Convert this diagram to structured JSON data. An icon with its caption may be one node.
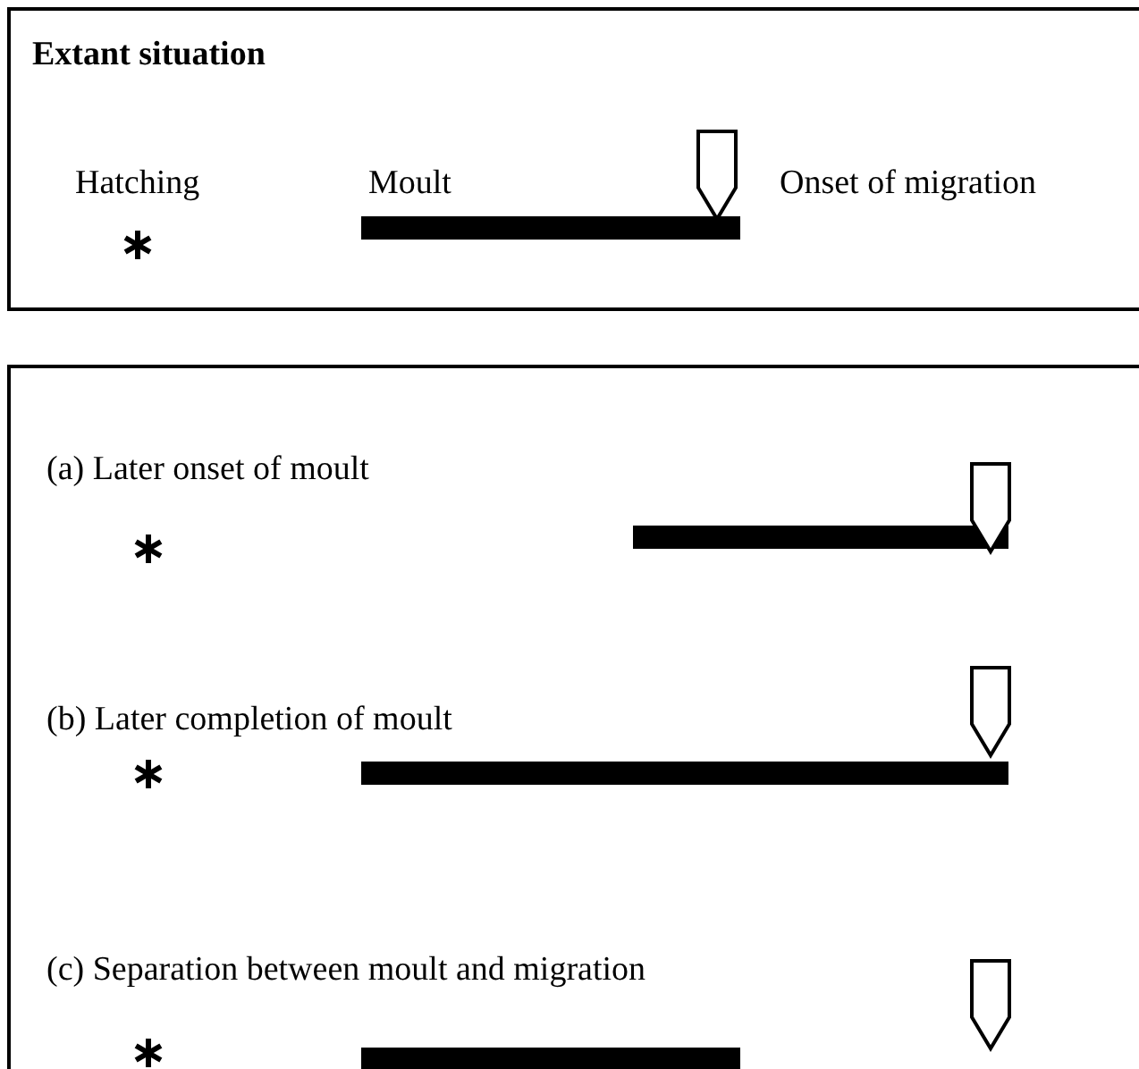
{
  "diagram": {
    "nodes": [
      {
        "text": [
          "Extant situation"
        ]
      },
      {
        "text": [],
        "shape": "box"
      }
    ],
    "labels": [
      "Hatching",
      "Moult",
      "Onset of migration",
      "(a) Later onset of moult",
      "(b) Later completion of moult",
      "(c) Separation between moult and migration"
    ]
  }
}
